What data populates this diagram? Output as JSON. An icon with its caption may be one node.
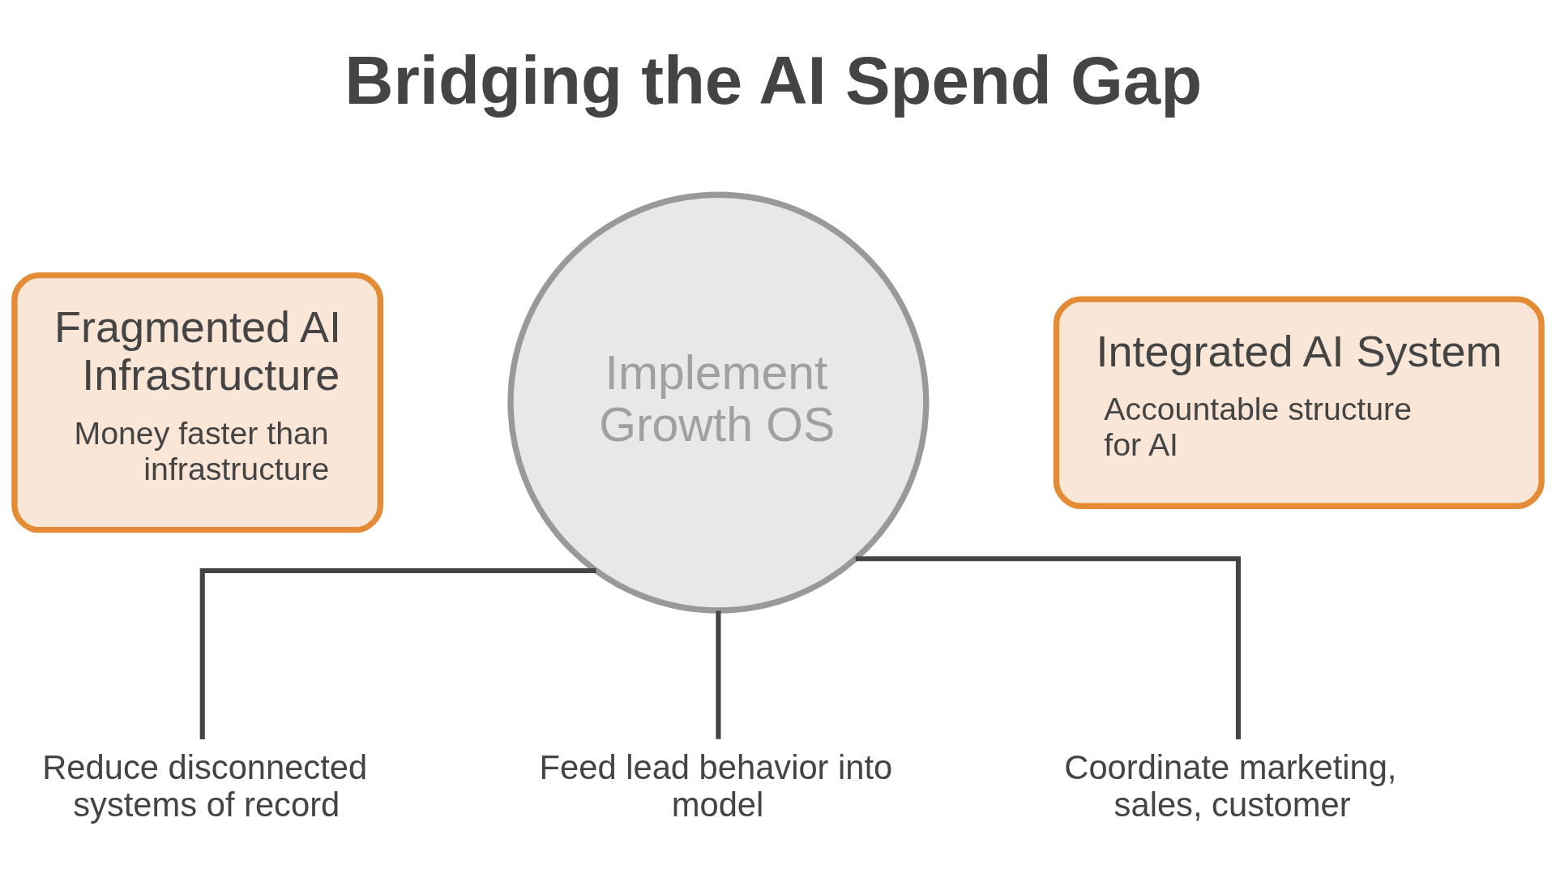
{
  "diagram": {
    "title": "Bridging the AI Spend Gap",
    "nodes": [
      {
        "text": [
          "Fragmented AI Infrastructure",
          "Money faster than infrastructure"
        ]
      },
      {
        "text": [
          "Implement Growth OS"
        ]
      },
      {
        "text": [
          "Integrated AI System",
          "Accountable structure for AI"
        ]
      },
      {
        "text": [
          "Reduce disconnected systems of record"
        ]
      },
      {
        "text": [
          "Feed lead behavior into model"
        ]
      },
      {
        "text": [
          "Coordinate marketing, sales, customer"
        ]
      }
    ],
    "edges": [
      {
        "from": 1,
        "to": 3,
        "arrow": "none"
      },
      {
        "from": 1,
        "to": 4,
        "arrow": "none"
      },
      {
        "from": 1,
        "to": 5,
        "arrow": "none"
      }
    ]
  }
}
